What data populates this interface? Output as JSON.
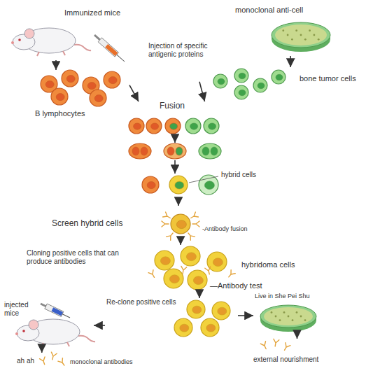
{
  "diagram": {
    "nodes": [
      {
        "text": [
          "Immunized mice",
          "Injection of specific antigenic proteins"
        ]
      },
      {
        "text": [
          "monoclonal anti-cell"
        ]
      },
      {
        "text": [
          "B lymphocytes"
        ]
      },
      {
        "text": [
          "bone tumor cells"
        ]
      },
      {
        "text": [
          "Fusion"
        ]
      },
      {
        "text": [
          "hybrid cells"
        ]
      },
      {
        "text": [
          "Screen hybrid cells",
          "-Antibody fusion"
        ]
      },
      {
        "text": [
          "Cloning positive cells that can produce antibodies",
          "hybridoma cells",
          "—Antibody test"
        ]
      },
      {
        "text": [
          "Re-clone positive cells"
        ]
      },
      {
        "text": [
          "injected mice"
        ]
      },
      {
        "text": [
          "Live in She Pei Shu"
        ]
      },
      {
        "text": [
          "ah ah",
          "monoclonal antibodies"
        ]
      },
      {
        "text": [
          "external nourishment"
        ]
      }
    ],
    "edges": [
      {
        "from": 0,
        "to": 2,
        "arrow": "to"
      },
      {
        "from": 1,
        "to": 3,
        "arrow": "to"
      },
      {
        "from": 2,
        "to": 4,
        "arrow": "to"
      },
      {
        "from": 3,
        "to": 4,
        "arrow": "to"
      },
      {
        "from": 5,
        "to": 6,
        "arrow": "to"
      },
      {
        "from": 6,
        "to": 7,
        "arrow": "to"
      },
      {
        "from": 7,
        "to": 8,
        "arrow": "to"
      },
      {
        "from": 8,
        "to": 9,
        "arrow": "to"
      },
      {
        "from": 8,
        "to": 10,
        "arrow": "to"
      },
      {
        "from": 9,
        "to": 11,
        "arrow": "to"
      },
      {
        "from": 10,
        "to": 12,
        "arrow": "to"
      }
    ]
  }
}
